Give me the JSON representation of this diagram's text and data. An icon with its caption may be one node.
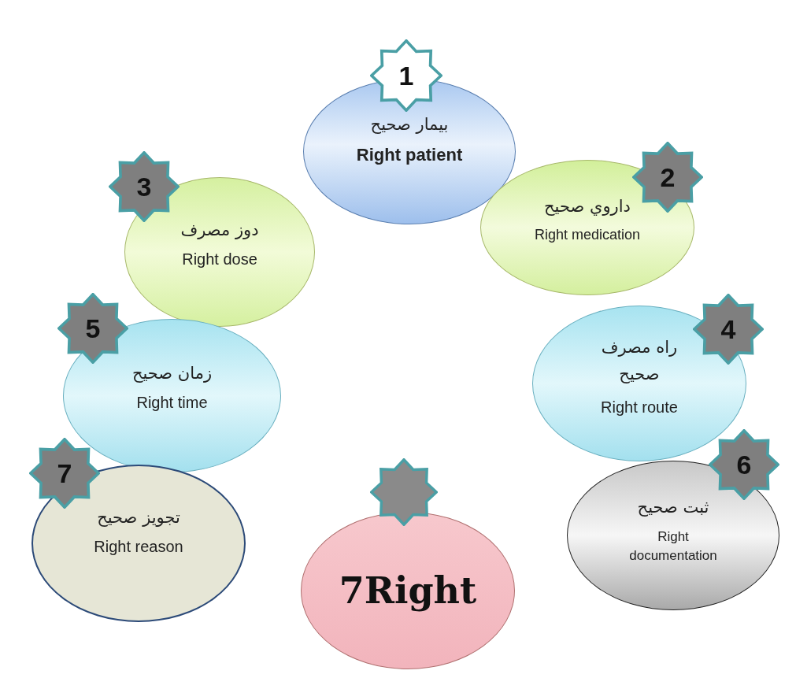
{
  "diagram": {
    "nodes": [
      {
        "text": [
          "1"
        ]
      },
      {
        "text": [
          "بیمار صحیح",
          "Right patient"
        ]
      },
      {
        "text": [
          "2"
        ]
      },
      {
        "text": [
          "داروي صحیح",
          "Right medication"
        ]
      },
      {
        "text": [
          "3"
        ]
      },
      {
        "text": [
          "دوز مصرف",
          "Right dose"
        ]
      },
      {
        "text": [
          "4"
        ]
      },
      {
        "text": [
          "راه مصرف صحیح",
          "Right route"
        ]
      },
      {
        "text": [
          "5"
        ]
      },
      {
        "text": [
          "زمان صحیح",
          "Right time"
        ]
      },
      {
        "text": [
          "6"
        ]
      },
      {
        "text": [
          "ثبت صحیح",
          "Right documentation"
        ]
      },
      {
        "text": [
          "7"
        ]
      },
      {
        "text": [
          "تجویز صحیح",
          "Right reason"
        ]
      },
      {
        "text": [],
        "shape": "star"
      },
      {
        "text": [
          "7Right"
        ]
      }
    ],
    "edges": []
  }
}
